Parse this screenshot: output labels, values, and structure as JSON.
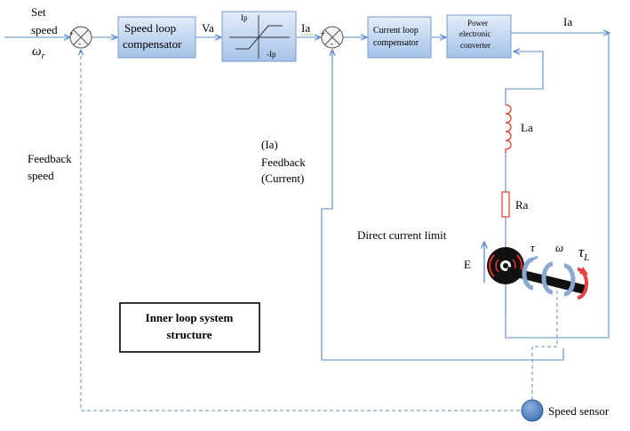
{
  "labels": {
    "set_speed_1": "Set",
    "set_speed_2": "speed",
    "omega_r_main": "ω",
    "omega_r_sub": "r",
    "feedback_speed_1": "Feedback",
    "feedback_speed_2": "speed",
    "va": "Va",
    "ia_mid": "Ia",
    "ia_out": "Ia",
    "feedback_current_1": "(Ia)",
    "feedback_current_2": "Feedback",
    "feedback_current_3": "(Current)",
    "la": "La",
    "ra": "Ra",
    "direct_current_limit": "Direct current limit",
    "e": "E",
    "tau": "τ",
    "omega": "ω",
    "tau_l_main": "τ",
    "tau_l_sub": "L",
    "speed_sensor": "Speed sensor",
    "plus": "+",
    "minus": "-"
  },
  "blocks": {
    "speed_loop_1": "Speed loop",
    "speed_loop_2": "compensator",
    "limiter_top": "Ip",
    "limiter_bottom": "-Ip",
    "current_loop_1": "Current loop",
    "current_loop_2": "compensator",
    "power_1": "Power",
    "power_2": "electronic",
    "power_3": "converter"
  },
  "info_box": {
    "line1": "Inner loop system",
    "line2": "structure"
  },
  "colors": {
    "wire": "#5b8bc9",
    "block_fill_top": "#dbe7f7",
    "block_fill_bottom": "#a9c4ea",
    "arrow_red": "#e04040",
    "arrow_blue": "#4f81bd",
    "sensor": "#4a7ec2"
  }
}
